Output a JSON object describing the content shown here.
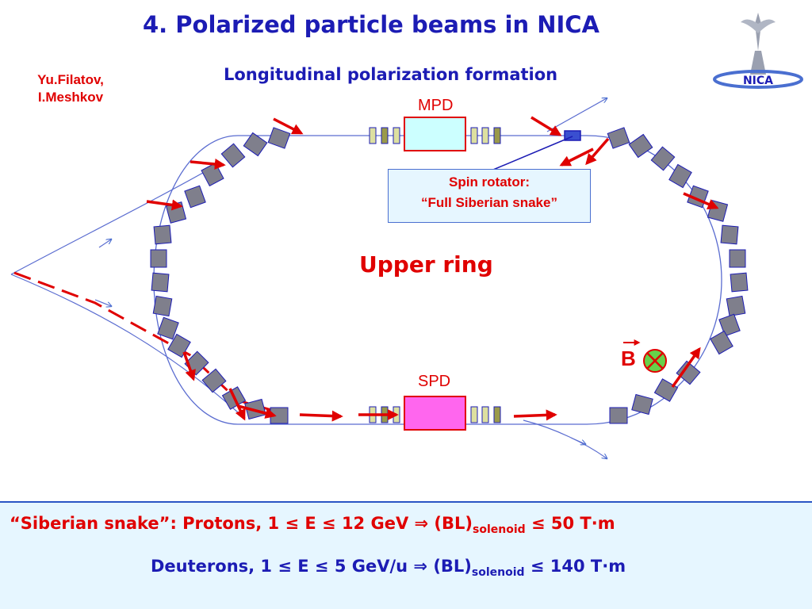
{
  "title": "4. Polarized particle beams in NICA",
  "subtitle": "Longitudinal polarization formation",
  "authors": [
    "Yu.Filatov,",
    "I.Meshkov"
  ],
  "detectors": {
    "top": "MPD",
    "bottom": "SPD"
  },
  "spin_rotator": {
    "line1": "Spin rotator:",
    "line2": "“Full Siberian snake”"
  },
  "ring_label": "Upper ring",
  "field_label": "B",
  "logo_text": "NICA",
  "formula": {
    "line1_label": "“Siberian snake”:",
    "line1_text": " Protons, 1 ≤ E ≤ 12 GeV ⇒  (BL)",
    "line1_sub": "solenoid",
    "line1_end": " ≤ 50 T·m",
    "line2_text": "Deuterons, 1 ≤ E ≤ 5 GeV/u ⇒ (BL)",
    "line2_sub": "solenoid",
    "line2_end": " ≤ 140 T·m"
  },
  "colors": {
    "title": "#1c1cb4",
    "accent": "#e00000",
    "box_fill": "#e6f6ff",
    "magnet": "#7f7f8c",
    "mpd_fill": "#ccffff",
    "spd_fill": "#ff66ee"
  }
}
